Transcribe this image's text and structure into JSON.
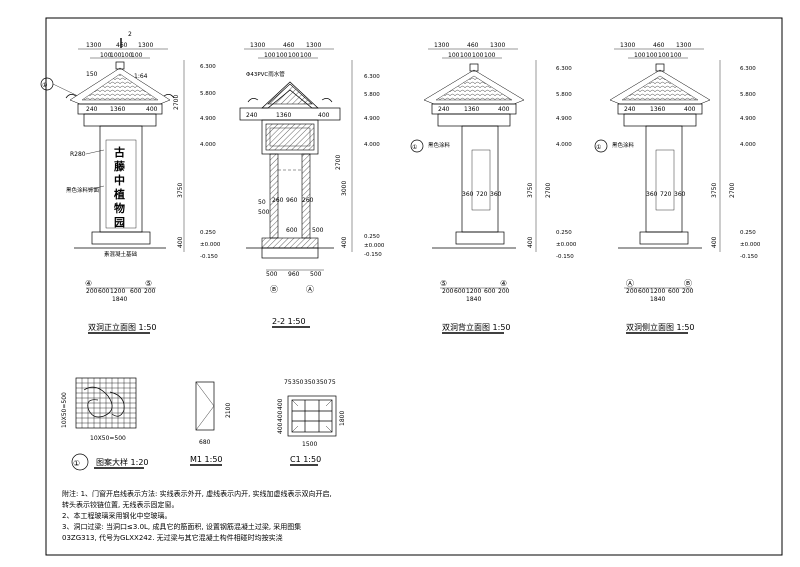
{
  "drawings": {
    "front": {
      "title": "双洞正立面图 1:50",
      "section_mark": "2",
      "callout": "①",
      "top_dims": [
        "1300",
        "460",
        "1300"
      ],
      "sub_dims": [
        "100",
        "100",
        "100",
        "100"
      ],
      "mid_dims": [
        "240",
        "1360",
        "400"
      ],
      "slope": "1:64",
      "eave": "150",
      "chars": [
        "古",
        "藤",
        "中",
        "植",
        "物",
        "园"
      ],
      "tag_r": "R280",
      "tag_text": "黑色涂料饰面",
      "note_left": "素混凝土基础",
      "bottom_dims": [
        "200",
        "600",
        "1200",
        "600",
        "200"
      ],
      "bottom_total": "1840",
      "axes": [
        "④",
        "⑤"
      ],
      "levels": [
        "6.300",
        "5.800",
        "4.900",
        "4.000",
        "0.250",
        "±0.000",
        "-0.150"
      ],
      "side_dims": [
        "3750",
        "2700",
        "400"
      ]
    },
    "section": {
      "title": "2-2 1:50",
      "top_dims": [
        "1300",
        "460",
        "1300"
      ],
      "sub_dims": [
        "100",
        "100",
        "100",
        "100"
      ],
      "mid_dims": [
        "240",
        "1360",
        "400"
      ],
      "inner_dims": [
        "260",
        "960",
        "260"
      ],
      "pipe_note": "Φ43PVC雨水管",
      "bottom_dims": [
        "500",
        "960",
        "500"
      ],
      "wall_dims": [
        "50",
        "500",
        "500",
        "600"
      ],
      "axes": [
        "Ⓑ",
        "Ⓐ"
      ],
      "side_dims": [
        "3000",
        "2700",
        "400"
      ],
      "levels": [
        "6.300",
        "5.800",
        "4.900",
        "4.000",
        "0.250",
        "±0.000",
        "-0.150"
      ]
    },
    "back": {
      "title": "双洞背立面图 1:50",
      "callout": "①",
      "top_dims": [
        "1300",
        "460",
        "1300"
      ],
      "sub_dims": [
        "100",
        "100",
        "100",
        "100"
      ],
      "mid_dims": [
        "240",
        "1360",
        "400"
      ],
      "inner_dims": [
        "360",
        "720",
        "360"
      ],
      "bottom_dims": [
        "200",
        "600",
        "1200",
        "600",
        "200"
      ],
      "bottom_total": "1840",
      "axes": [
        "⑤",
        "④"
      ],
      "levels": [
        "6.300",
        "5.800",
        "4.900",
        "4.000",
        "0.250",
        "±0.000",
        "-0.150"
      ],
      "side_dims": [
        "3750",
        "2700",
        "400"
      ],
      "tag": "黑色涂料"
    },
    "side": {
      "title": "双洞侧立面图 1:50",
      "callout": "①",
      "top_dims": [
        "1300",
        "460",
        "1300"
      ],
      "sub_dims": [
        "100",
        "100",
        "100",
        "100"
      ],
      "mid_dims": [
        "240",
        "1360",
        "400"
      ],
      "inner_dims": [
        "360",
        "720",
        "360"
      ],
      "bottom_dims": [
        "200",
        "600",
        "1200",
        "600",
        "200"
      ],
      "bottom_total": "1840",
      "axes": [
        "Ⓐ",
        "Ⓑ"
      ],
      "levels": [
        "6.300",
        "5.800",
        "4.900",
        "4.000",
        "0.250",
        "±0.000",
        "-0.150"
      ],
      "side_dims": [
        "3750",
        "2700",
        "400"
      ],
      "tag": "黑色涂料"
    },
    "pattern": {
      "title": "图案大样 1:20",
      "mark": "①",
      "dim_w": "10X50=500",
      "dim_h": "10X50=500"
    },
    "door": {
      "title": "M1 1:50",
      "dim_w": "680",
      "dim_h": "2100"
    },
    "window": {
      "title": "C1 1:50",
      "top_dims": [
        "75",
        "350",
        "350",
        "350",
        "75"
      ],
      "side_dims": [
        "400",
        "400",
        "400"
      ],
      "total_w": "1500",
      "total_h": "1800"
    }
  },
  "notes": {
    "lines": [
      "附注: 1、门窗开启线表示方法: 实线表示外开, 虚线表示内开, 实线加虚线表示双向开启,",
      "          转头表示铰链位置, 无线表示固定窗。",
      "      2、本工程玻璃采用钢化中空玻璃。",
      "      3、洞口过梁: 当洞口≤3.0L, 成具它的筋面积, 设置钢筋混凝土过梁, 采用图集",
      "    03ZG313,  代号为GLXX242.   无过梁与其它混凝土构件相碰时均按实浇"
    ]
  }
}
